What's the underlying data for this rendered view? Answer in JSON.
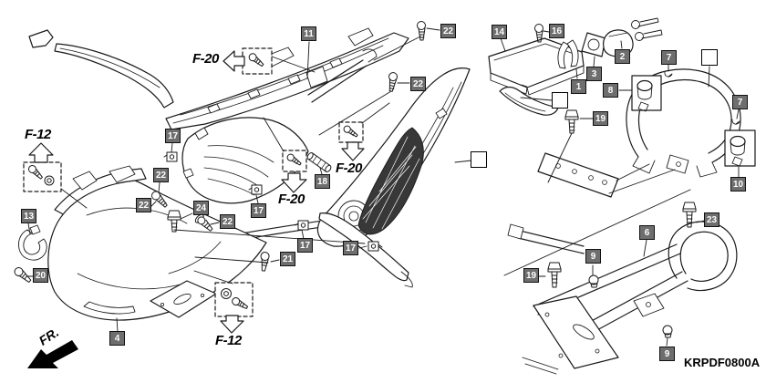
{
  "diagram": {
    "part_code": "KRPDF0800A",
    "fr_indicator": "FR.",
    "frame_refs": {
      "f20": "F-20",
      "f12": "F-12"
    },
    "callouts": [
      {
        "label": "11"
      },
      {
        "label": "22"
      },
      {
        "label": "14"
      },
      {
        "label": "16"
      },
      {
        "label": "2"
      },
      {
        "label": "7"
      },
      {
        "label": "3"
      },
      {
        "label": "1"
      },
      {
        "label": "8"
      },
      {
        "label": "7"
      },
      {
        "label": "19"
      },
      {
        "label": "22"
      },
      {
        "label": "17"
      },
      {
        "label": "10"
      },
      {
        "label": "18"
      },
      {
        "label": "22"
      },
      {
        "label": "13"
      },
      {
        "label": "22"
      },
      {
        "label": "24"
      },
      {
        "label": "22"
      },
      {
        "label": "17"
      },
      {
        "label": "17"
      },
      {
        "label": "17"
      },
      {
        "label": "21"
      },
      {
        "label": "20"
      },
      {
        "label": "23"
      },
      {
        "label": "6"
      },
      {
        "label": "9"
      },
      {
        "label": "19"
      },
      {
        "label": "9"
      },
      {
        "label": "4"
      }
    ]
  }
}
